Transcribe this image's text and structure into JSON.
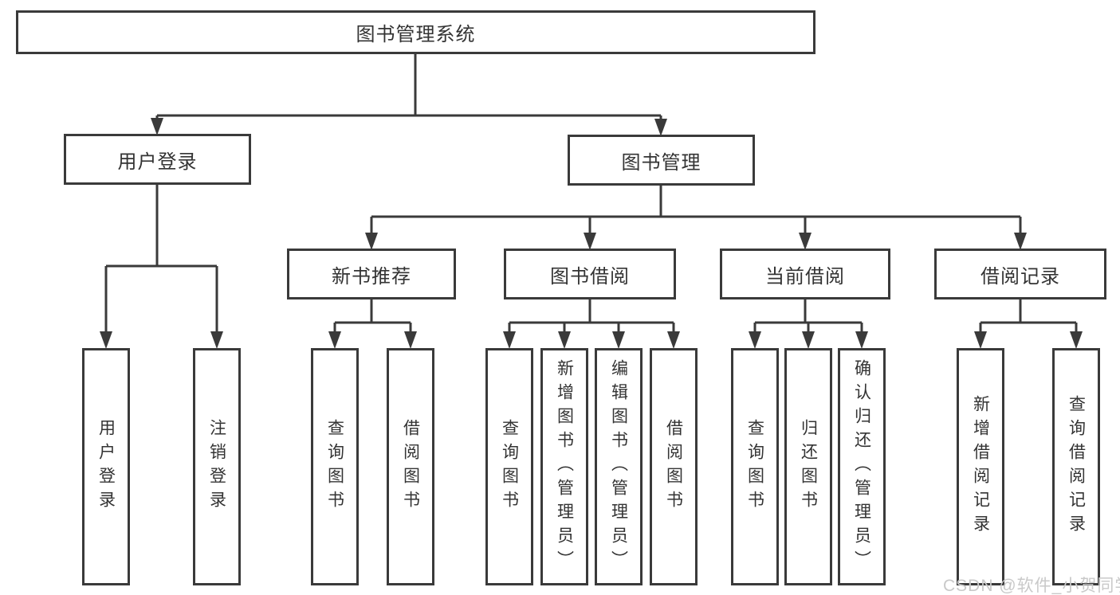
{
  "diagram": {
    "title": "图书管理系统",
    "nodes": {
      "root": {
        "label": "图书管理系统"
      },
      "user_login": {
        "label": "用户登录"
      },
      "book_management": {
        "label": "图书管理"
      },
      "new_book_recommend": {
        "label": "新书推荐"
      },
      "book_borrowing": {
        "label": "图书借阅"
      },
      "current_borrowing": {
        "label": "当前借阅"
      },
      "borrowing_records": {
        "label": "借阅记录"
      },
      "login_user_login": {
        "label": "用户登录"
      },
      "login_logout": {
        "label": "注销登录"
      },
      "recommend_query_books": {
        "label": "查询图书"
      },
      "recommend_borrow_books": {
        "label": "借阅图书"
      },
      "borrowing_query_books": {
        "label": "查询图书"
      },
      "borrowing_add_books": {
        "label": "新增图书（管理员）"
      },
      "borrowing_edit_books": {
        "label": "编辑图书（管理员）"
      },
      "borrowing_borrow_books": {
        "label": "借阅图书"
      },
      "current_query_books": {
        "label": "查询图书"
      },
      "current_return_books": {
        "label": "归还图书"
      },
      "current_confirm_return": {
        "label": "确认归还（管理员）"
      },
      "records_add_record": {
        "label": "新增借阅记录"
      },
      "records_query_record": {
        "label": "查询借阅记录"
      }
    },
    "edges": [
      [
        "root",
        "user_login"
      ],
      [
        "root",
        "book_management"
      ],
      [
        "user_login",
        "login_user_login"
      ],
      [
        "user_login",
        "login_logout"
      ],
      [
        "book_management",
        "new_book_recommend"
      ],
      [
        "book_management",
        "book_borrowing"
      ],
      [
        "book_management",
        "current_borrowing"
      ],
      [
        "book_management",
        "borrowing_records"
      ],
      [
        "new_book_recommend",
        "recommend_query_books"
      ],
      [
        "new_book_recommend",
        "recommend_borrow_books"
      ],
      [
        "book_borrowing",
        "borrowing_query_books"
      ],
      [
        "book_borrowing",
        "borrowing_add_books"
      ],
      [
        "book_borrowing",
        "borrowing_edit_books"
      ],
      [
        "book_borrowing",
        "borrowing_borrow_books"
      ],
      [
        "current_borrowing",
        "current_query_books"
      ],
      [
        "current_borrowing",
        "current_return_books"
      ],
      [
        "current_borrowing",
        "current_confirm_return"
      ],
      [
        "borrowing_records",
        "records_add_record"
      ],
      [
        "borrowing_records",
        "records_query_record"
      ]
    ],
    "colors": {
      "line": "#3a3a3a",
      "text": "#333333",
      "background": "#ffffff",
      "watermark": "#c9c9c9"
    },
    "watermark": "CSDN @软件_小贺同学"
  }
}
